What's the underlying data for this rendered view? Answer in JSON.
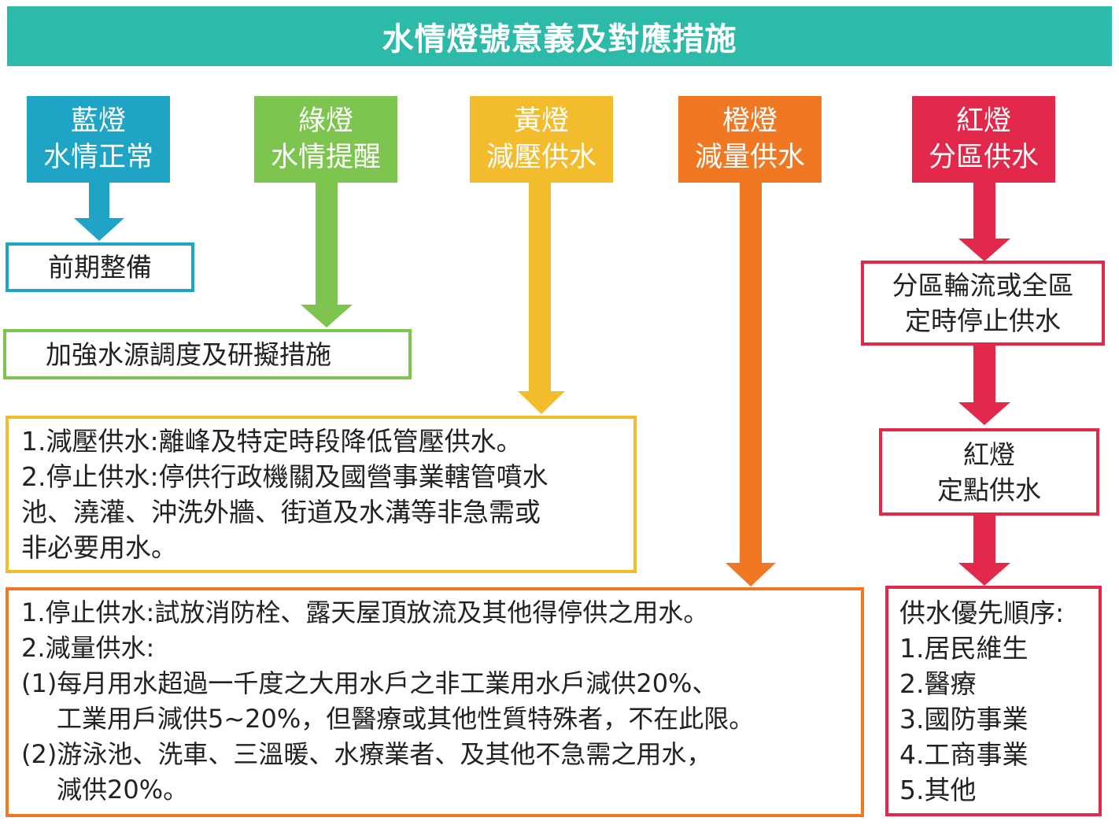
{
  "title": "水情燈號意義及對應措施",
  "colors": {
    "title": "#2dbaa9",
    "blue": "#1fa4c6",
    "green": "#7ec550",
    "yellow": "#f3bc2c",
    "orange": "#f07823",
    "red": "#e2284b"
  },
  "lights": [
    {
      "line1": "藍燈",
      "line2": "水情正常"
    },
    {
      "line1": "綠燈",
      "line2": "水情提醒"
    },
    {
      "line1": "黃燈",
      "line2": "減壓供水"
    },
    {
      "line1": "橙燈",
      "line2": "減量供水"
    },
    {
      "line1": "紅燈",
      "line2": "分區供水"
    }
  ],
  "blue_action": "前期整備",
  "green_action": "加強水源調度及研擬措施",
  "yellow_measures": [
    "1.減壓供水:離峰及特定時段降低管壓供水。",
    "2.停止供水:停供行政機關及國營事業轄管噴水",
    "池、澆灌、沖洗外牆、街道及水溝等非急需或",
    "非必要用水。"
  ],
  "orange_measures": [
    "1.停止供水:試放消防栓、露天屋頂放流及其他得停供之用水。",
    "2.減量供水:",
    "(1)每月用水超過一千度之大用水戶之非工業用水戶減供20%、",
    "工業用戶減供5~20%，但醫療或其他性質特殊者，不在此限。",
    "(2)游泳池、洗車、三溫暖、水療業者、及其他不急需之用水，",
    "減供20%。"
  ],
  "red_step1": {
    "line1": "分區輪流或全區",
    "line2": "定時停止供水"
  },
  "red_step2": {
    "line1": "紅燈",
    "line2": "定點供水"
  },
  "priority": {
    "heading": "供水優先順序:",
    "items": [
      "1.居民維生",
      "2.醫療",
      "3.國防事業",
      "4.工商事業",
      "5.其他"
    ]
  }
}
